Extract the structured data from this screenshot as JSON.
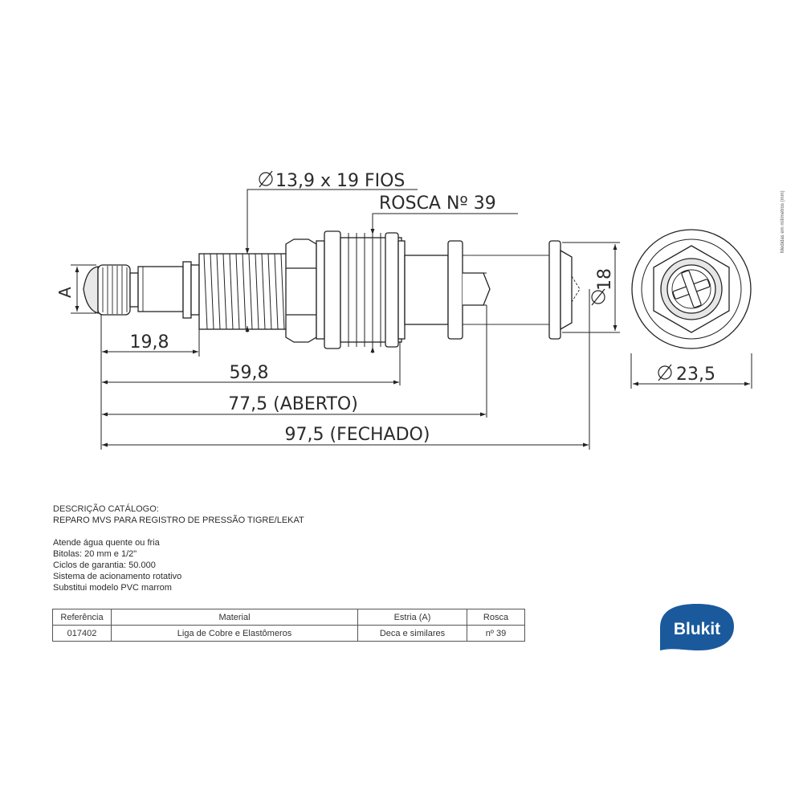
{
  "diagram": {
    "labels": {
      "diameter_threads": "13,9 x 19 FIOS",
      "thread": "ROSCA Nº 39",
      "spline": "A",
      "dim_19_8": "19,8",
      "dim_59_8": "59,8",
      "dim_77_5": "77,5 (ABERTO)",
      "dim_97_5": "97,5 (FECHADO)",
      "dim_18": "18",
      "dim_23_5": "23,5"
    },
    "side_note": "Medidas em milímetros (mm)"
  },
  "description": {
    "title": "DESCRIÇÃO CATÁLOGO:",
    "subtitle": "REPARO MVS PARA REGISTRO DE PRESSÃO TIGRE/LEKAT",
    "features": [
      "Atende água quente ou fria",
      "Bitolas: 20 mm e 1/2\"",
      "Ciclos de garantia: 50.000",
      "Sistema de acionamento rotativo",
      "Substitui modelo PVC marrom"
    ]
  },
  "table": {
    "headers": [
      "Referência",
      "Material",
      "Estria (A)",
      "Rosca"
    ],
    "rows": [
      [
        "017402",
        "Liga de Cobre e Elastômeros",
        "Deca e similares",
        "nº 39"
      ]
    ]
  },
  "brand": {
    "name": "Blukit",
    "color": "#1a5a9c"
  }
}
